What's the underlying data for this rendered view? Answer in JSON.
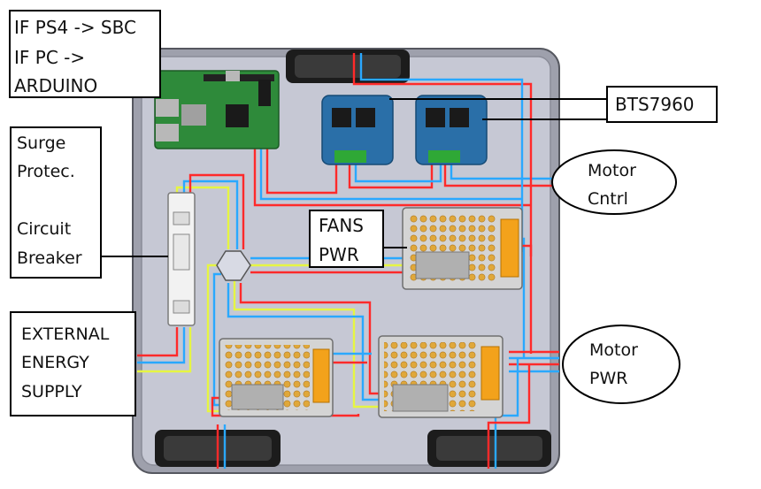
{
  "labels": {
    "ifps4_line1": "IF PS4 -> SBC",
    "ifps4_line2": "IF PC ->",
    "ifps4_line3": "ARDUINO",
    "bts": "BTS7960",
    "motor_cntrl_line1": "Motor",
    "motor_cntrl_line2": "Cntrl",
    "surge_line1": "Surge",
    "surge_line2": "Protec.",
    "circuit_line1": "Circuit",
    "circuit_line2": "Breaker",
    "fans_line1": "FANS",
    "fans_line2": "PWR",
    "external_line1": "EXTERNAL",
    "external_line2": "ENERGY",
    "external_line3": "SUPPLY",
    "motor_pwr_line1": "Motor",
    "motor_pwr_line2": "PWR"
  },
  "colors": {
    "enclosure": "#c6c8d4",
    "enclosure_border": "#8a8c98",
    "wire_red": "#ff2a2a",
    "wire_blue": "#2aa8ff",
    "wire_yellow": "#e6f542",
    "board_green": "#2e8a3a",
    "driver_blue": "#2a6fa8",
    "psu_grey": "#d4d4d4",
    "psu_orange": "#f3a21b"
  }
}
